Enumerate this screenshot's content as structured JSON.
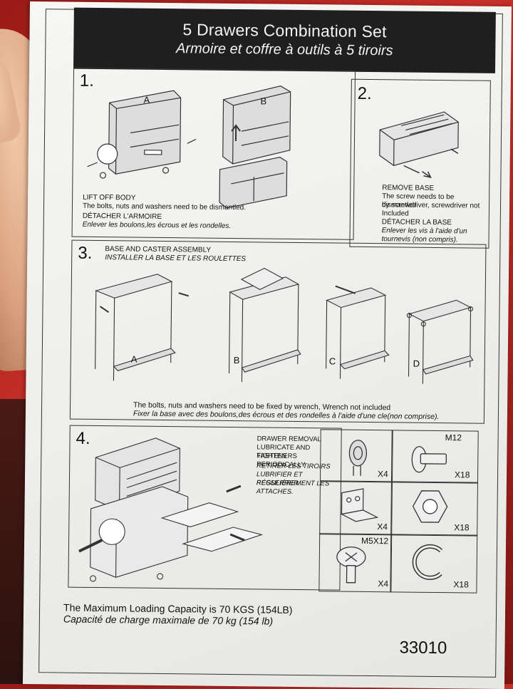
{
  "header": {
    "title_en": "5 Drawers Combination Set",
    "title_fr": "Armoire et coffre à outils à 5 tiroirs"
  },
  "step1": {
    "number": "1.",
    "label_a": "A",
    "label_b": "B",
    "caption_en_title": "LIFT OFF BODY",
    "caption_en": "The bolts, nuts and washers need to be dismantled.",
    "caption_fr_title": "DÉTACHER L'ARMOIRE",
    "caption_fr": "Enlever les boulons,les écrous et les rondelles."
  },
  "step2": {
    "number": "2.",
    "title": "REMOVE BASE",
    "lines": [
      "The screw needs to be dismantled",
      "by screwdriver, screwdriver not",
      "Included"
    ],
    "title_fr": "DÉTACHER LA BASE",
    "lines_fr": [
      "Enlever les vis à l'aide d'un",
      "tournevis (non compris)."
    ]
  },
  "step3": {
    "number": "3.",
    "title": "BASE AND CASTER ASSEMBLY",
    "title_fr": "INSTALLER LA BASE ET LES ROULETTES",
    "labels": [
      "A",
      "B",
      "C",
      "D"
    ],
    "caption_en": "The bolts, nuts and washers need to be fixed by wrench, Wrench not included",
    "caption_fr": "Fixer la base avec des boulons,des écrous et des rondelles à l'aide d'une cle(non comprise)."
  },
  "step4": {
    "number": "4.",
    "lines": [
      "DRAWER REMOVAL",
      "LUBRICATE AND TIGHTEN",
      "FASTENERS PERIODICALLY"
    ],
    "lines_fr": [
      "RETIRER LES TIROIRS",
      "LUBRIFIER ET RESSERRER",
      "RÉGULIÈREMENT LES",
      "ATTACHES."
    ]
  },
  "parts": [
    {
      "icon": "caster-wheel-icon",
      "top_label": "",
      "qty": "X4"
    },
    {
      "icon": "bolt-icon",
      "top_label": "M12",
      "qty": "X18"
    },
    {
      "icon": "mounting-bracket-icon",
      "top_label": "",
      "qty": "X4"
    },
    {
      "icon": "hex-nut-icon",
      "top_label": "",
      "qty": "X18"
    },
    {
      "icon": "phillips-screw-icon",
      "top_label": "M5X12",
      "qty": "X4"
    },
    {
      "icon": "c-washer-icon",
      "top_label": "",
      "qty": "X18"
    }
  ],
  "footer": {
    "capacity_en": "The Maximum Loading Capacity is 70 KGS (154LB)",
    "capacity_fr": "Capacité de charge maximale de 70 kg (154 lb)",
    "code": "33010"
  },
  "colors": {
    "background_red": "#c8302a",
    "paper": "#f2f2f0",
    "ink": "#111111",
    "header_bg": "#1f1f1f"
  }
}
